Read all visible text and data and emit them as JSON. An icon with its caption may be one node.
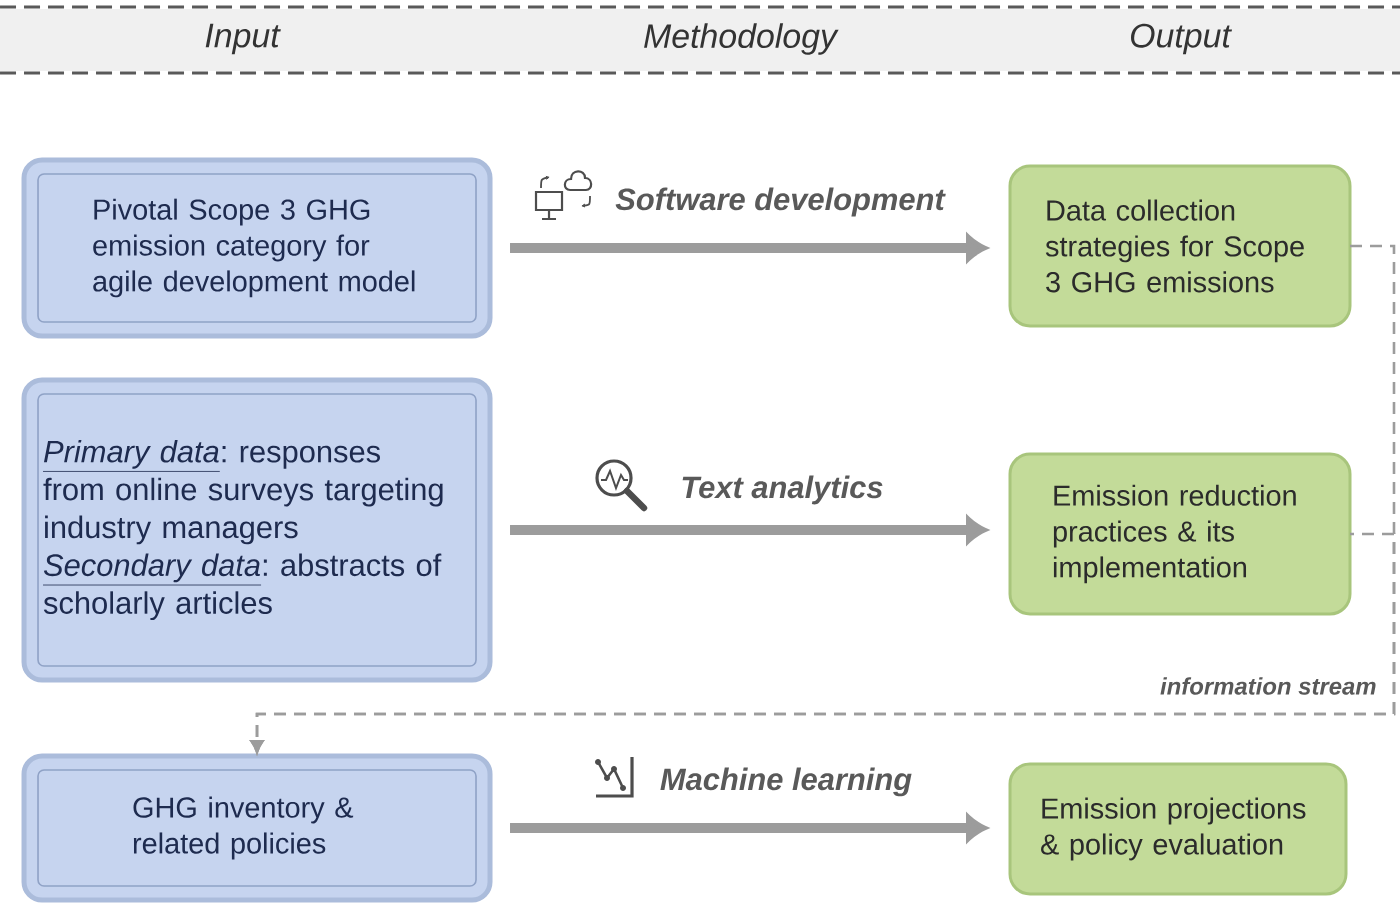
{
  "diagram": {
    "nodes": [
      {
        "text": [
          "Pivotal Scope 3 GHG emission category for agile development model"
        ]
      },
      {
        "text": [
          "*Primary data*: responses from online surveys targeting industry managers",
          "*Secondary data*: abstracts of scholarly articles"
        ]
      },
      {
        "text": [
          "GHG inventory & related policies"
        ]
      },
      {
        "text": [
          "Data collection strategies for Scope 3 GHG emissions"
        ]
      },
      {
        "text": [
          "Emission reduction practices & its implementation"
        ]
      },
      {
        "text": [
          "Emission projections & policy evaluation"
        ]
      }
    ],
    "edges": [
      {
        "from": 0,
        "to": 3,
        "arrow": "to",
        "label": "Software development"
      },
      {
        "from": 1,
        "to": 4,
        "arrow": "to",
        "label": "Text analytics"
      },
      {
        "from": 2,
        "to": 5,
        "arrow": "to",
        "label": "Machine learning"
      },
      {
        "from": 3,
        "to": 2,
        "arrow": "to",
        "style": "dashed",
        "label": "information stream"
      },
      {
        "from": 4,
        "to": 2,
        "arrow": "to",
        "style": "dashed"
      }
    ],
    "labels": [
      "Input",
      "Methodology",
      "Output"
    ]
  }
}
